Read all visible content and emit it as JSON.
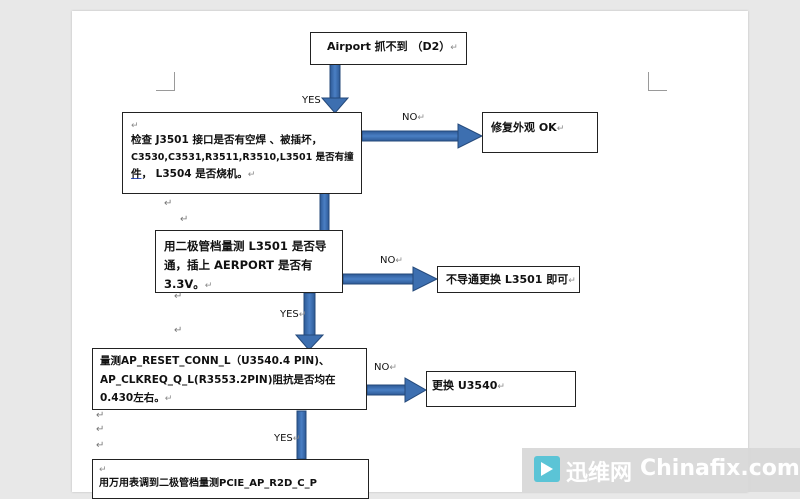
{
  "watermark": {
    "cn": "迅维网",
    "en": "Chinafix.com"
  },
  "boxes": {
    "b1": "Airport  抓不到  （D2）",
    "b2_l1": "检查  J3501  接口是否有空焊 、被插坏，",
    "b2_l2": "C3530,C3531,R3511,R3510,L3501  是否有撞",
    "b2_l3a": "件",
    "b2_l3b": "，  L3504 是否烧机。",
    "b3": "修复外观 OK",
    "b4_l1": "用二极管档量测  L3501  是否导",
    "b4_l2": "通，插上 AERPORT 是否有 3.3V。",
    "b5": "不导通更换 L3501 即可",
    "b6_l1": "量测AP_RESET_CONN_L（U3540.4 PIN)、",
    "b6_l2": "AP_CLKREQ_Q_L(R3553.2PIN)阻抗是否均在",
    "b6_l3": "0.430左右。",
    "b7": "更换 U3540",
    "b8": "用万用表调到二极管档量测PCIE_AP_R2D_C_P"
  },
  "labels": {
    "yes": "YES",
    "no": "NO"
  },
  "para_mark": "↵"
}
